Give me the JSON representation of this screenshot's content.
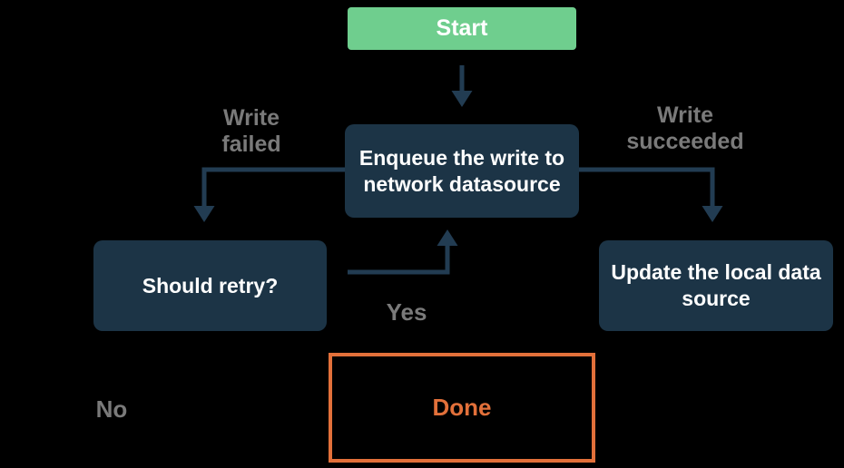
{
  "diagram": {
    "type": "flowchart",
    "background": "#000000"
  },
  "nodes": {
    "start": {
      "label": "Start",
      "fill": "#6FCE8E",
      "text_color": "#FFFFFF"
    },
    "enqueue": {
      "label": "Enqueue the write to network datasource",
      "fill": "#1C3446",
      "text_color": "#FFFFFF"
    },
    "should_retry": {
      "label": "Should retry?",
      "fill": "#1C3446",
      "text_color": "#FFFFFF"
    },
    "update_local": {
      "label": "Update the local data source",
      "fill": "#1C3446",
      "text_color": "#FFFFFF"
    },
    "done": {
      "label": "Done",
      "fill": "none",
      "border_color": "#E2703A",
      "text_color": "#E2703A"
    }
  },
  "edge_labels": {
    "write_failed": "Write failed",
    "write_succeeded": "Write succeeded",
    "yes": "Yes",
    "no": "No"
  },
  "edges": [
    {
      "from": "start",
      "to": "enqueue",
      "label": ""
    },
    {
      "from": "enqueue",
      "to": "should_retry",
      "label": "Write failed"
    },
    {
      "from": "enqueue",
      "to": "update_local",
      "label": "Write succeeded"
    },
    {
      "from": "should_retry",
      "to": "enqueue",
      "label": "Yes"
    },
    {
      "from": "should_retry",
      "to": "done",
      "label": "No"
    }
  ],
  "colors": {
    "background": "#000000",
    "node_fill": "#1C3446",
    "start_fill": "#6FCE8E",
    "arrow": "#223C52",
    "label_gray": "#7A7A7A",
    "done_accent": "#E2703A",
    "node_text": "#FFFFFF"
  }
}
